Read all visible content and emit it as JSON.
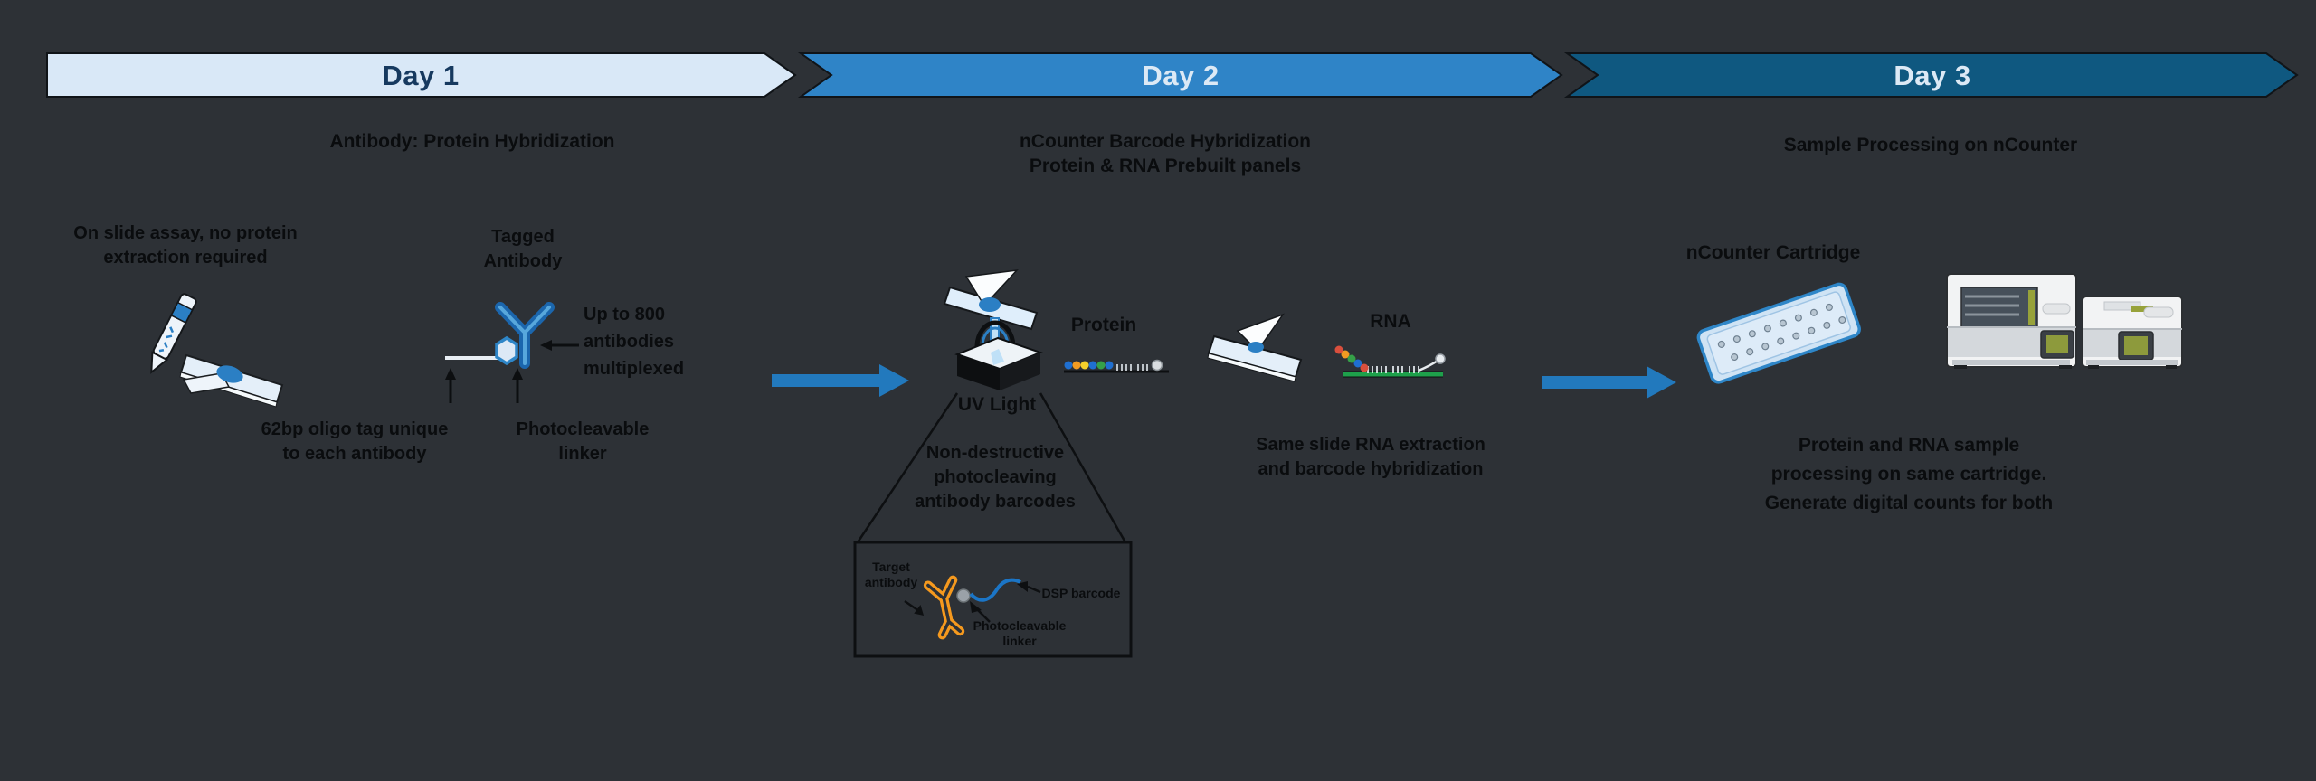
{
  "colors": {
    "background": "#2d3136",
    "day1_banner_fill": "#d9e8f7",
    "day2_banner_fill": "#2f84c7",
    "day3_banner_fill": "#0f5880",
    "day1_banner_text": "#16395f",
    "banner_light_text": "#dce9f5",
    "flow_arrow_blue": "#2279bd",
    "label_text": "#0a0c0e",
    "antibody_blue": "#1b66ad",
    "antibody_orange": "#f5991e",
    "dsp_barcode_blue": "#1b75c6",
    "rna_line_green": "#1ea04b",
    "droplet_blue": "#2b7fc4"
  },
  "banners": {
    "day1": "Day 1",
    "day2": "Day 2",
    "day3": "Day 3"
  },
  "day1": {
    "subtitle": "Antibody: Protein Hybridization",
    "slide_note": "On slide assay, no protein\nextraction required",
    "tagged_antibody_label": "Tagged\nAntibody",
    "multiplex_note": "Up to 800\nantibodies\nmultiplexed",
    "oligo_tag_label": "62bp oligo tag unique\nto each antibody",
    "photocleavable_label": "Photocleavable\nlinker"
  },
  "day2": {
    "subtitle": "nCounter Barcode Hybridization\nProtein & RNA Prebuilt panels",
    "uv_light_label": "UV Light",
    "protein_label": "Protein",
    "rna_label": "RNA",
    "photocleaving_note": "Non-destructive\nphotocleaving\nantibody barcodes",
    "inset": {
      "target_antibody_label": "Target\nantibody",
      "dsp_barcode_label": "DSP barcode",
      "photocleavable_label": "Photocleavable\nlinker"
    },
    "same_slide_note": "Same slide RNA extraction\nand barcode hybridization"
  },
  "day3": {
    "subtitle": "Sample Processing on nCounter",
    "cartridge_label": "nCounter Cartridge",
    "processing_note": "Protein and RNA sample\nprocessing on same cartridge.\nGenerate digital counts for both"
  }
}
